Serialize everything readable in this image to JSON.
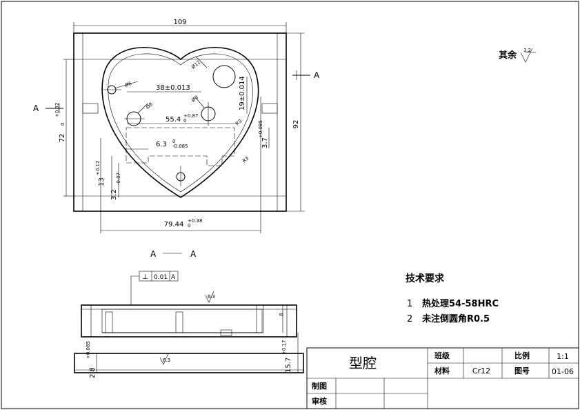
{
  "top_view": {
    "width_dim": "109",
    "height_dim": "92",
    "height_left_dim": "72",
    "height_left_tol_upper": "+0.32",
    "height_left_tol_lower": "0",
    "bottom_width_dim": "79.44",
    "bottom_width_tol_upper": "+0.38",
    "bottom_width_tol_lower": "0",
    "hole_large": "Ø12",
    "hole_small": "Ø6",
    "hole_d8_a": "Ø8",
    "hole_d8_b": "Ø8",
    "dim_38": "38±0.013",
    "dim_55": "55.4",
    "dim_55_tol_upper": "+0.87",
    "dim_55_tol_lower": "0",
    "dim_19": "19±0.014",
    "dim_6_3": "6.3",
    "dim_6_3_tol_upper": "0",
    "dim_6_3_tol_lower": "-0.085",
    "dim_3_7": "3.7",
    "dim_3_7_tol": "+0.085",
    "dim_13": "13",
    "dim_13_tol": "+0.12",
    "dim_3_2": "3.2",
    "dim_3_2_tol": "-0.07",
    "radius_r3_a": "R3",
    "radius_r3_b": "R3",
    "section_label_left": "A",
    "section_label_right": "A"
  },
  "section_view": {
    "title_left": "A",
    "title_right": "A",
    "flatness_symbol": "⊥",
    "flatness_value": "0.01",
    "flatness_datum": "A",
    "roughness_top": "6.3",
    "roughness_bottom": "6.3",
    "dim_8": "8",
    "dim_15_7": "15.7",
    "dim_15_7_tol": "+0.17",
    "dim_2_8": "2.8",
    "dim_2_8_tol": "+0.085"
  },
  "roughness_note": {
    "label": "其余",
    "value": "3.2"
  },
  "tech_requirements": {
    "title": "技术要求",
    "items": [
      {
        "num": "1",
        "text": "热处理54-58HRC"
      },
      {
        "num": "2",
        "text": "未注倒圆角R0.5"
      }
    ]
  },
  "title_block": {
    "part_name": "型腔",
    "class_label": "班级",
    "class_value": "",
    "scale_label": "比例",
    "scale_value": "1:1",
    "material_label": "材料",
    "material_value": "Cr12",
    "drawing_no_label": "图号",
    "drawing_no_value": "01-06",
    "drawn_label": "制图",
    "checked_label": "审核"
  }
}
